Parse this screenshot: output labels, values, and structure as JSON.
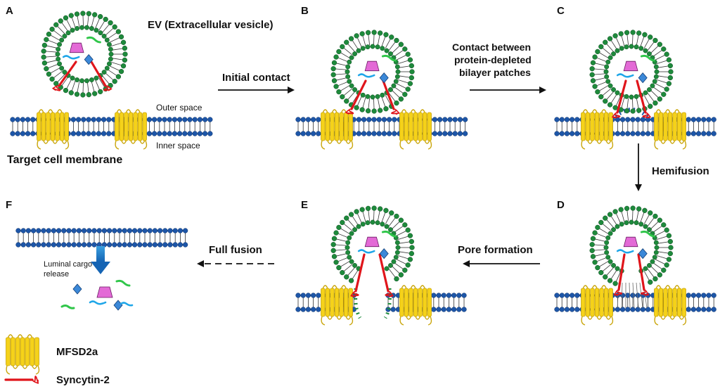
{
  "panels": {
    "A": "A",
    "B": "B",
    "C": "C",
    "D": "D",
    "E": "E",
    "F": "F"
  },
  "labels": {
    "ev_title": "EV (Extracellular vesicle)",
    "outer_space": "Outer space",
    "inner_space": "Inner space",
    "target_membrane": "Target cell membrane",
    "luminal_1": "Luminal cargo",
    "luminal_2": "release"
  },
  "arrows": {
    "initial_contact": "Initial contact",
    "contact_1": "Contact between",
    "contact_2": "protein-depleted",
    "contact_3": "bilayer patches",
    "hemifusion": "Hemifusion",
    "pore_formation": "Pore formation",
    "full_fusion": "Full fusion"
  },
  "legend": {
    "mfsd2a": "MFSD2a",
    "syncytin": "Syncytin-2"
  },
  "colors": {
    "vesicle_head": "#1e8a3c",
    "membrane_head": "#1d56a8",
    "protein": "#f5d21a",
    "syncytin": "#e0151b",
    "cargo_pink": "#e36ad6",
    "cargo_green": "#30c64a",
    "cargo_cyan": "#1fa6e8",
    "cargo_diamond": "#3b88d8"
  }
}
